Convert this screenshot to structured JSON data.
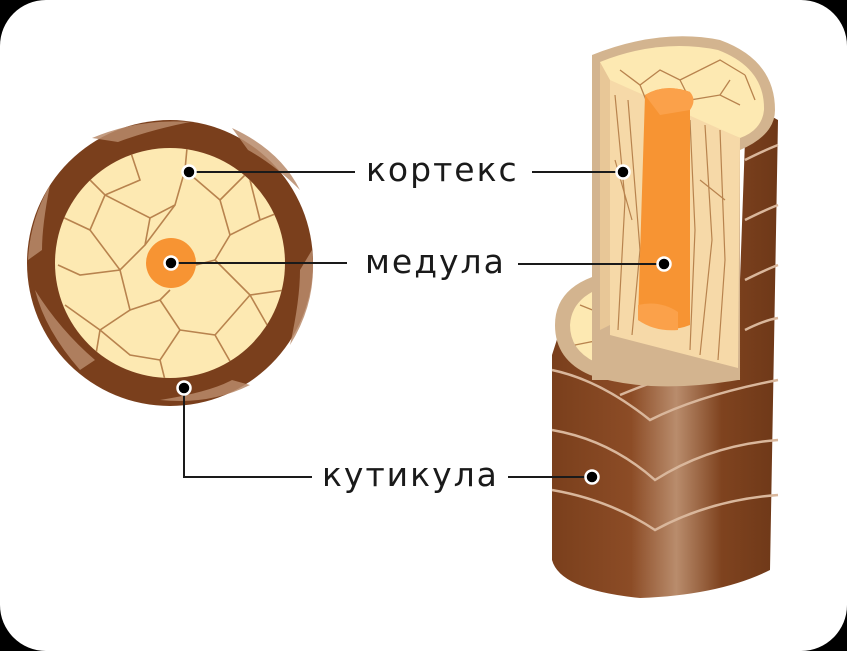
{
  "diagram": {
    "subject": "hair structure",
    "labels": {
      "cortex": "кортекс",
      "medulla": "медула",
      "cuticle": "кутикула"
    },
    "views": [
      {
        "name": "cross-section",
        "parts": [
          "cuticle",
          "cortex",
          "medulla"
        ]
      },
      {
        "name": "longitudinal-cutaway",
        "parts": [
          "cuticle",
          "cortex",
          "medulla"
        ]
      }
    ],
    "colors": {
      "background": "#ffffff",
      "frame": "#000000",
      "cuticle_dark": "#7a3f1c",
      "cuticle_mid": "#9a5a33",
      "cuticle_light": "#c9a488",
      "cortex_fill": "#fde9b2",
      "cortex_side": "#f6d9a8",
      "cortex_rim": "#d3b48f",
      "cell_lines": "#b8834e",
      "medulla": "#f79433",
      "medulla_light": "#fba14a",
      "leader_line": "#1a1a1a",
      "marker_dot": "#000000"
    }
  }
}
